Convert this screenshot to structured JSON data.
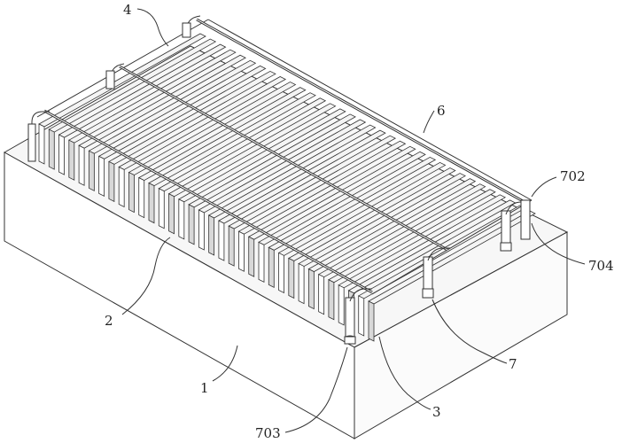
{
  "figure": {
    "labels": [
      {
        "id": "lbl-4",
        "text": "4"
      },
      {
        "id": "lbl-6",
        "text": "6"
      },
      {
        "id": "lbl-702",
        "text": "702"
      },
      {
        "id": "lbl-704",
        "text": "704"
      },
      {
        "id": "lbl-2",
        "text": "2"
      },
      {
        "id": "lbl-7",
        "text": "7"
      },
      {
        "id": "lbl-1",
        "text": "1"
      },
      {
        "id": "lbl-3",
        "text": "3"
      },
      {
        "id": "lbl-703",
        "text": "703"
      }
    ],
    "fin_count": 34,
    "colors": {
      "line": "#333333",
      "fin_light": "#f4f4f4",
      "fin_dark": "#d8d8d8",
      "top": "#f7f7f7"
    }
  }
}
